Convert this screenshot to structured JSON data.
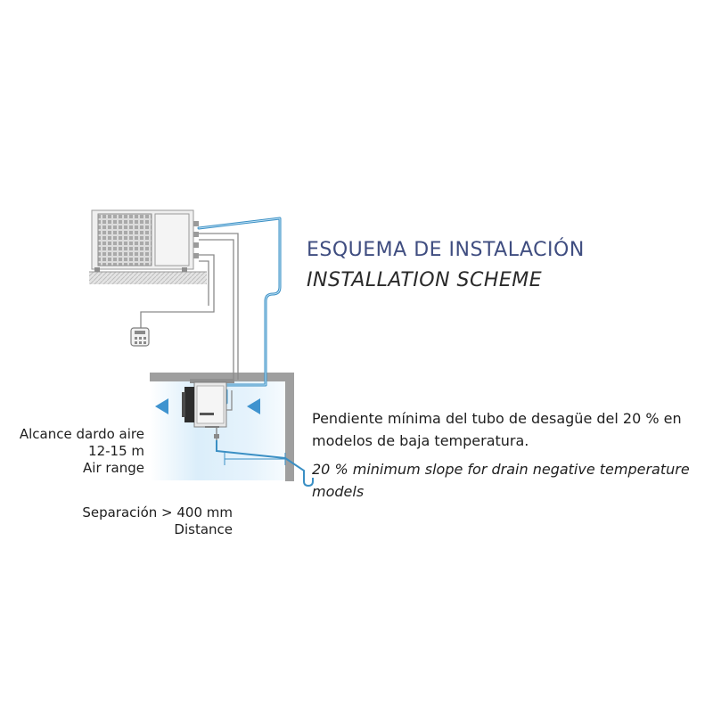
{
  "title": {
    "es": "ESQUEMA DE INSTALACIÓN",
    "en": "INSTALLATION SCHEME"
  },
  "drain_note": {
    "es": "Pendiente mínima del tubo de desagüe del 20 % en modelos de baja temperatura.",
    "en": "20 % minimum slope for drain negative temperature models"
  },
  "air_range": {
    "line1": "Alcance dardo aire",
    "line2": "12-15 m",
    "line3": "Air range"
  },
  "distance": {
    "line1": "Separación > 400 mm",
    "line2": "Distance"
  },
  "colors": {
    "pipe": "#3a8fc4",
    "room_fill": "#dff0fb",
    "wall": "#9c9c9c",
    "title_accent": "#3f4d80"
  }
}
